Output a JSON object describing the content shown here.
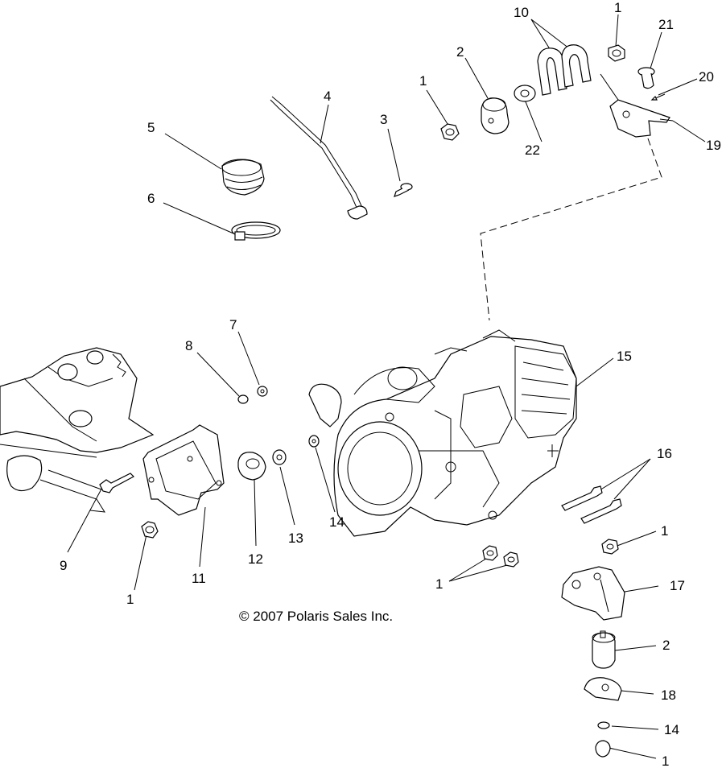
{
  "copyright": "© 2007 Polaris Sales Inc.",
  "callouts": [
    {
      "id": "c1a",
      "text": "1"
    },
    {
      "id": "c21",
      "text": "21"
    },
    {
      "id": "c10",
      "text": "10"
    },
    {
      "id": "c20",
      "text": "20"
    },
    {
      "id": "c2a",
      "text": "2"
    },
    {
      "id": "c1b",
      "text": "1"
    },
    {
      "id": "c19",
      "text": "19"
    },
    {
      "id": "c22",
      "text": "22"
    },
    {
      "id": "c4",
      "text": "4"
    },
    {
      "id": "c3",
      "text": "3"
    },
    {
      "id": "c5",
      "text": "5"
    },
    {
      "id": "c6",
      "text": "6"
    },
    {
      "id": "c7",
      "text": "7"
    },
    {
      "id": "c8",
      "text": "8"
    },
    {
      "id": "c15",
      "text": "15"
    },
    {
      "id": "c16",
      "text": "16"
    },
    {
      "id": "c9",
      "text": "9"
    },
    {
      "id": "c11",
      "text": "11"
    },
    {
      "id": "c12",
      "text": "12"
    },
    {
      "id": "c13",
      "text": "13"
    },
    {
      "id": "c14a",
      "text": "14"
    },
    {
      "id": "c1c",
      "text": "1"
    },
    {
      "id": "c1d",
      "text": "1"
    },
    {
      "id": "c1e",
      "text": "1"
    },
    {
      "id": "c17",
      "text": "17"
    },
    {
      "id": "c2b",
      "text": "2"
    },
    {
      "id": "c18",
      "text": "18"
    },
    {
      "id": "c14b",
      "text": "14"
    },
    {
      "id": "c1f",
      "text": "1"
    }
  ]
}
